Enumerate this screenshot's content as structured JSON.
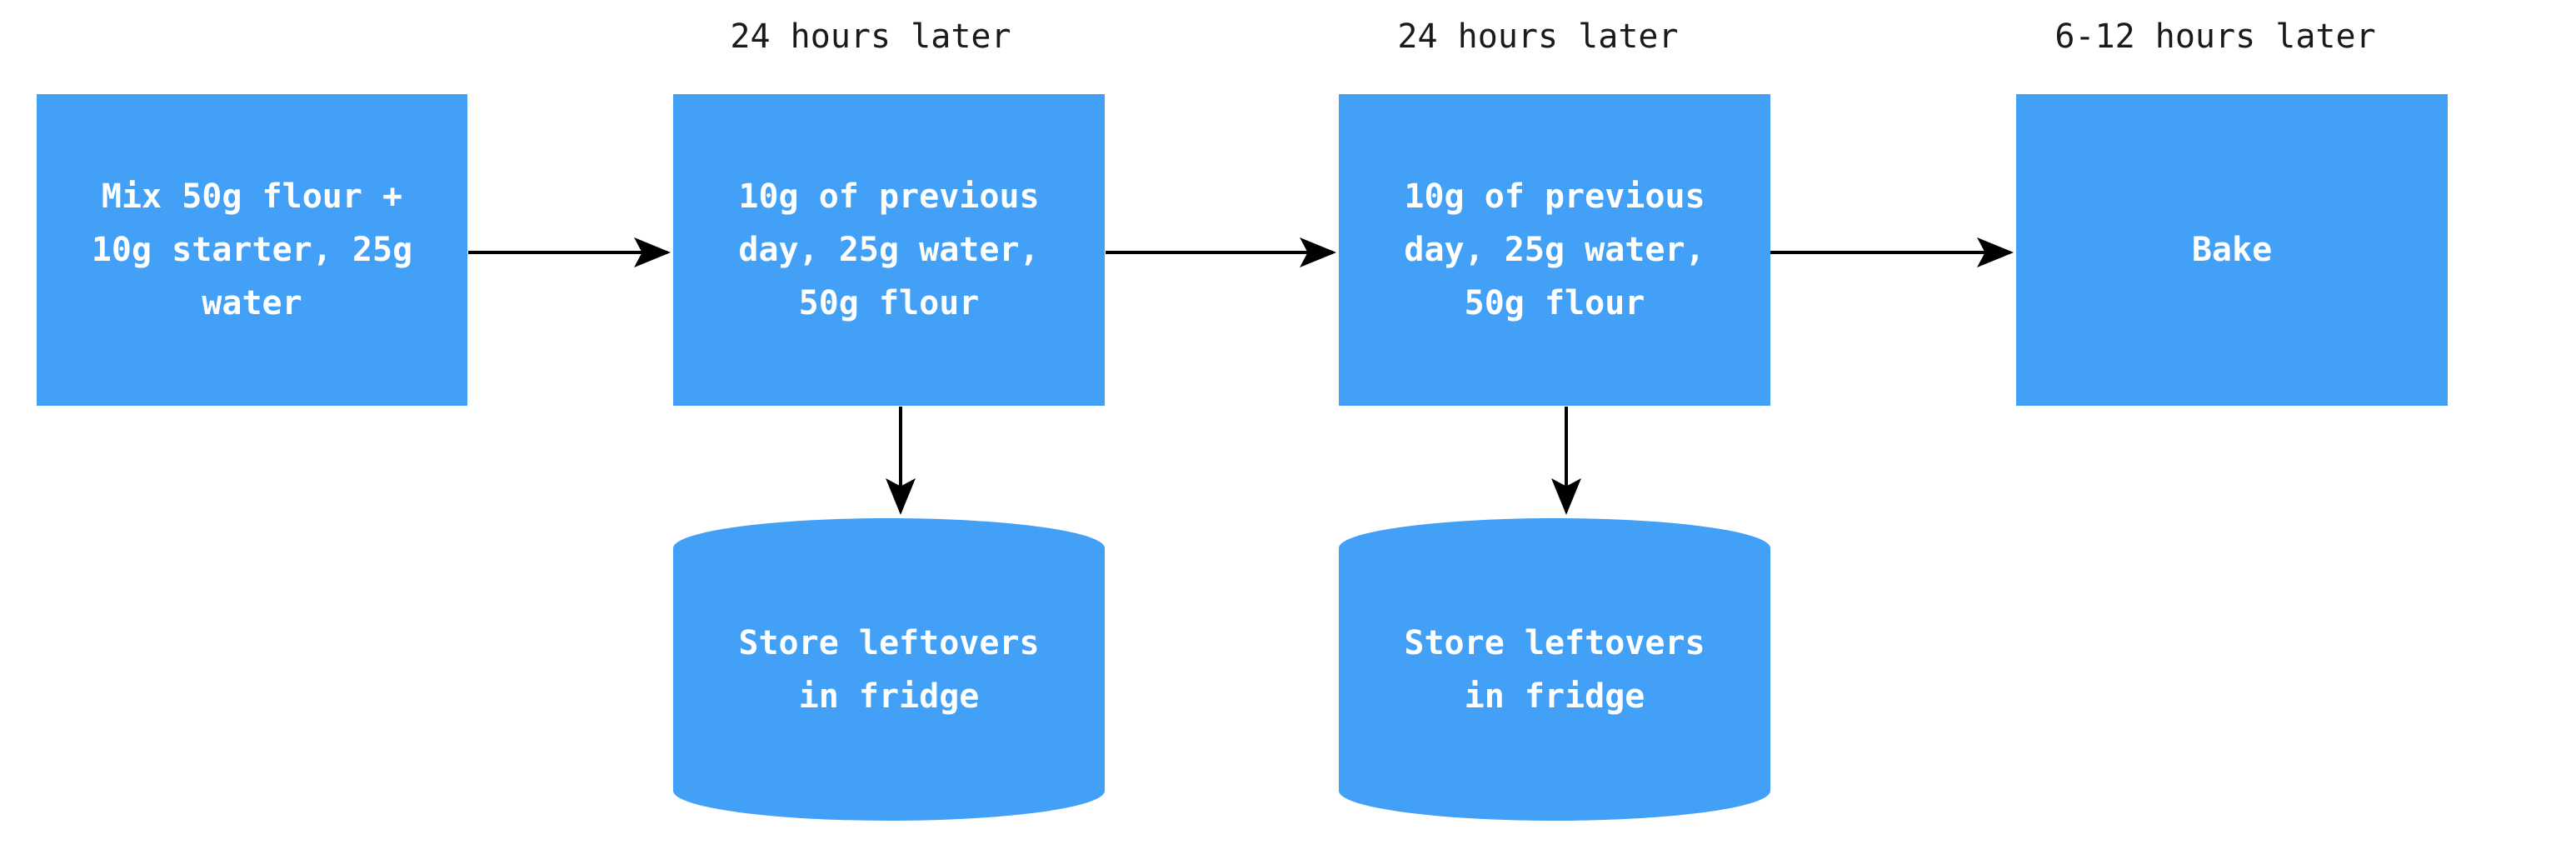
{
  "diagram": {
    "type": "flowchart",
    "direction": "left-to-right",
    "background_color": "#ffffff",
    "node_fill_color": "#42A0F7",
    "node_text_color": "#ffffff",
    "edge_color": "#000000",
    "edge_label_color": "#1a1a1a"
  },
  "nodes": {
    "day1": {
      "shape": "rect",
      "label": "Mix 50g flour +\n10g starter, 25g\nwater"
    },
    "day2": {
      "shape": "rect",
      "label": "10g of previous\nday, 25g water,\n50g flour"
    },
    "day3": {
      "shape": "rect",
      "label": "10g of previous\nday, 25g water,\n50g flour"
    },
    "bake": {
      "shape": "rect",
      "label": "Bake"
    },
    "store1": {
      "shape": "cylinder",
      "label": "Store leftovers\nin fridge"
    },
    "store2": {
      "shape": "cylinder",
      "label": "Store leftovers\nin fridge"
    }
  },
  "edges": {
    "day1_to_day2": {
      "label": "24 hours later",
      "from": "day1",
      "to": "day2"
    },
    "day2_to_day3": {
      "label": "24 hours later",
      "from": "day2",
      "to": "day3"
    },
    "day3_to_bake": {
      "label": "6-12 hours later",
      "from": "day3",
      "to": "bake"
    },
    "day2_to_store1": {
      "label": "",
      "from": "day2",
      "to": "store1"
    },
    "day3_to_store2": {
      "label": "",
      "from": "day3",
      "to": "store2"
    }
  }
}
